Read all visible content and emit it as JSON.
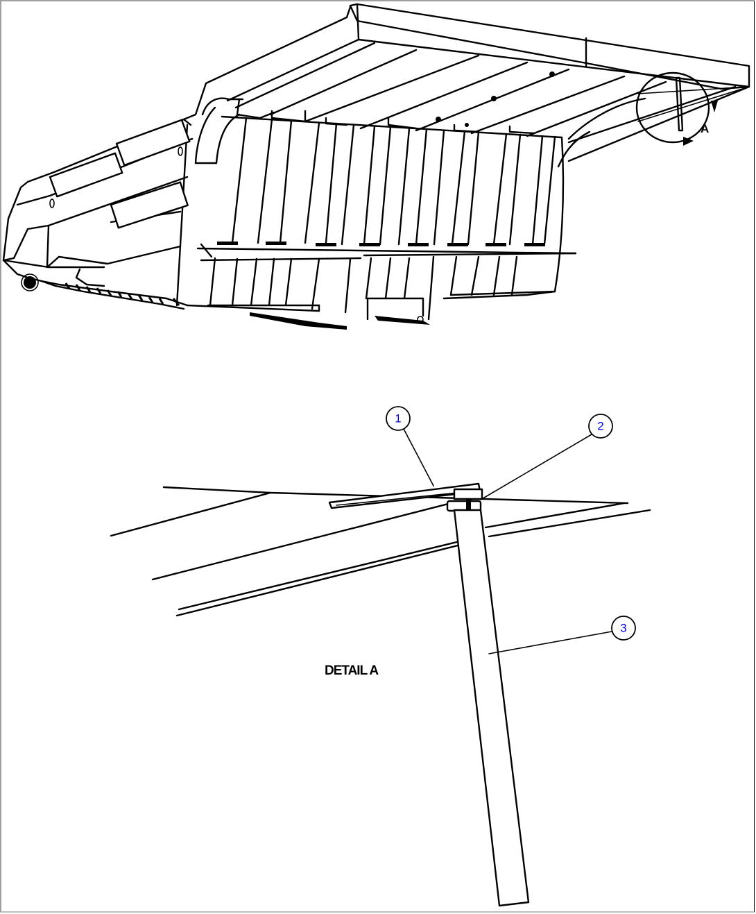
{
  "diagram": {
    "subject": "Dump body with body prop rod",
    "detail_view_marker": "A",
    "detail_label": "DETAIL A",
    "callouts": [
      {
        "number": "1",
        "target": "rod-bracket"
      },
      {
        "number": "2",
        "target": "rod-pin"
      },
      {
        "number": "3",
        "target": "body-prop-rod"
      }
    ],
    "colors": {
      "line": "#000000",
      "callout_number": "#0000ee",
      "background": "#ffffff",
      "frame": "#a0a0a0"
    }
  }
}
